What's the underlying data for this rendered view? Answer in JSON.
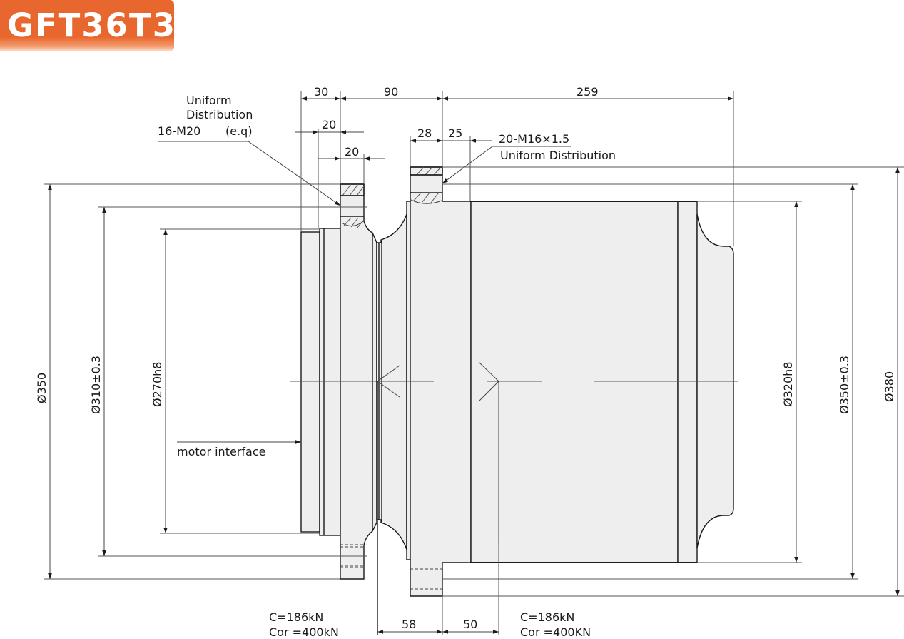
{
  "title": "GFT36T3",
  "colors": {
    "badge": "#e8672e",
    "part_fill": "#eeeeee",
    "line": "#1a1a1a"
  },
  "top_dimensions": {
    "d30": "30",
    "d90": "90",
    "d259": "259",
    "d20a": "20",
    "d20b": "20",
    "d28": "28",
    "d25": "25"
  },
  "bottom_dimensions": {
    "d58": "58",
    "d50": "50"
  },
  "left_diameters": {
    "d350": "Ø350",
    "d310": "Ø310±0.3",
    "d270": "Ø270h8"
  },
  "right_diameters": {
    "d320": "Ø320h8",
    "d350": "Ø350±0.3",
    "d380": "Ø380"
  },
  "callouts": {
    "left_holes": {
      "line1": "Uniform",
      "line2": "Distribution",
      "line3a": "16-M20",
      "line3b": "(e.q)"
    },
    "right_holes": {
      "line1": "20-M16×1.5",
      "line2": "Uniform Distribution"
    },
    "motor": "motor  interface"
  },
  "bearing_ratings": {
    "left": {
      "c": "C=186kN",
      "cor": "Cor =400kN"
    },
    "right": {
      "c": "C=186kN",
      "cor": "Cor =400KN"
    }
  }
}
